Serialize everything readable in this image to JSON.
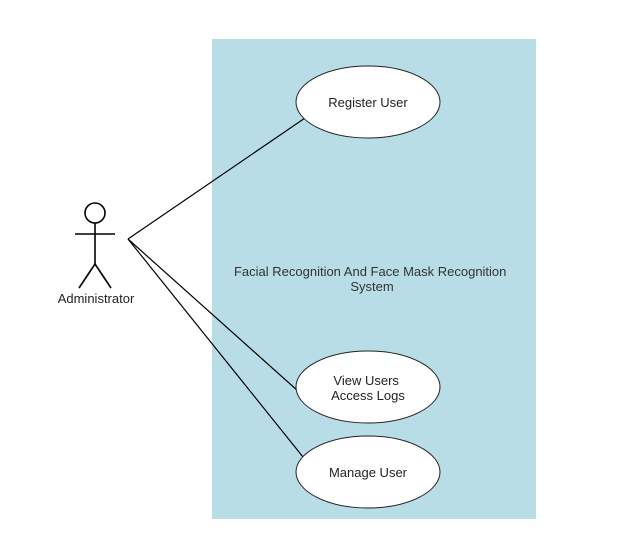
{
  "system": {
    "title_line1": "Facial Recognition And Face Mask Recognition",
    "title_line2": "System",
    "fill_color": "#b9dde6"
  },
  "actor": {
    "label": "Administrator"
  },
  "use_cases": [
    {
      "id": "register-user",
      "lines": [
        "Register User"
      ]
    },
    {
      "id": "view-users-access-logs",
      "lines": [
        "View Users",
        "Access Logs"
      ]
    },
    {
      "id": "manage-user",
      "lines": [
        "Manage User"
      ]
    }
  ]
}
